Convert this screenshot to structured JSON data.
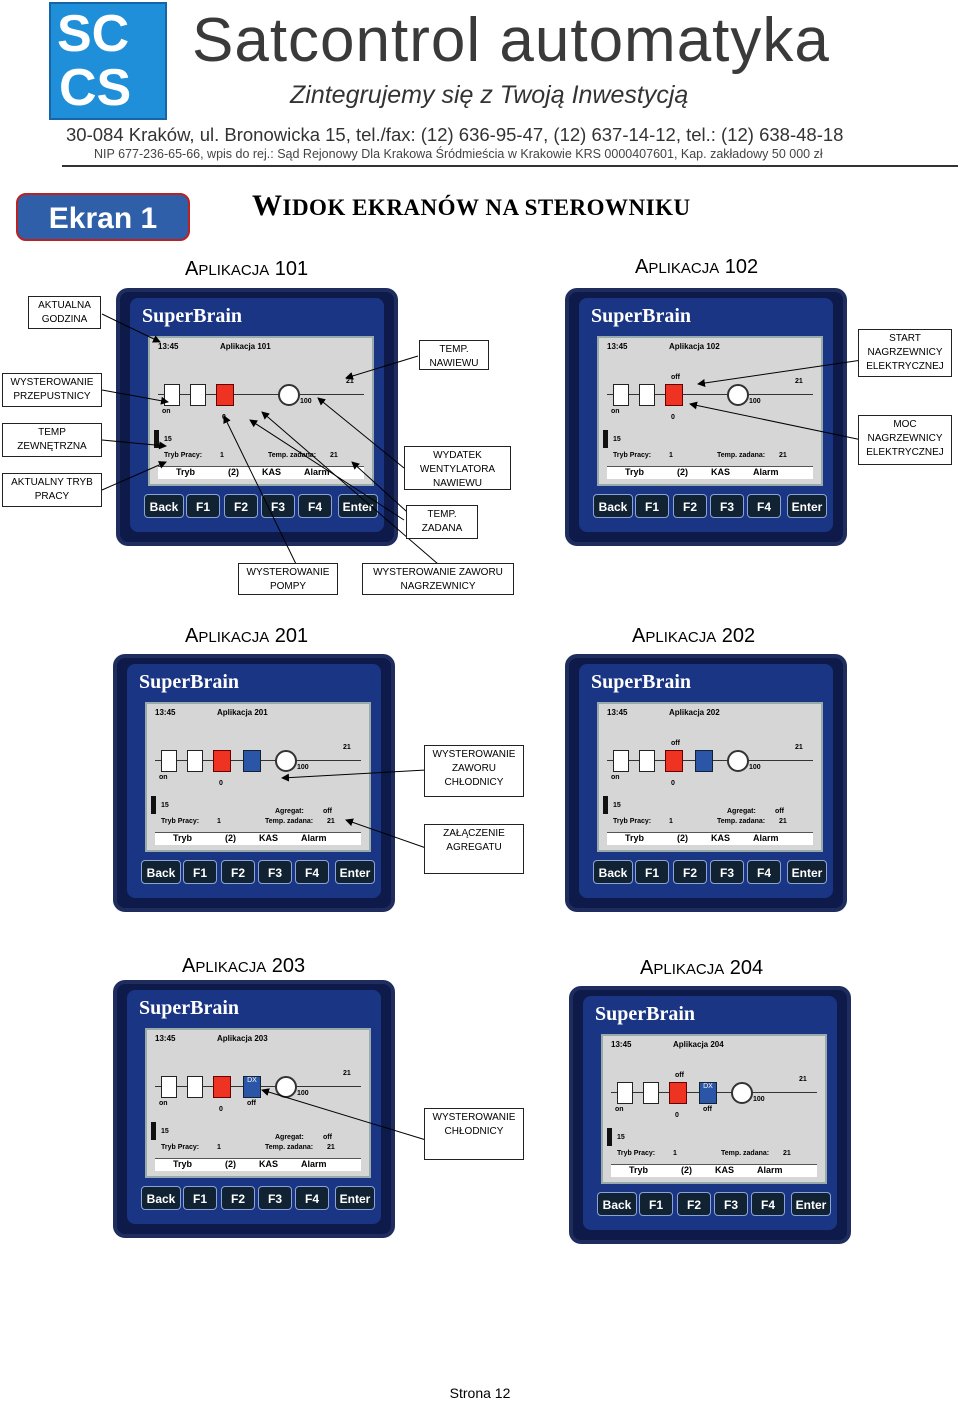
{
  "header": {
    "logo_letters": [
      "SC",
      "CS"
    ],
    "company": "Satcontrol automatyka",
    "slogan": "Zintegrujemy się z Twoją Inwestycją",
    "address": "30-084 Kraków, ul. Bronowicka 15, tel./fax: (12) 636-95-47, (12) 637-14-12, tel.: (12) 638-48-18",
    "registry": "NIP 677-236-65-66, wpis do rej.: Sąd Rejonowy Dla Krakowa Śródmieścia w Krakowie KRS 0000407601, Kap. zakładowy 50 000 zł"
  },
  "screen_badge": "Ekran 1",
  "heading": {
    "w": "W",
    "idok": "IDOK",
    "rest": " EKRANÓW NA STEROWNIKU"
  },
  "apps": [
    {
      "a": "A",
      "plikacja": "PLIKACJA",
      "num": " 101",
      "title": "Aplikacja 101"
    },
    {
      "a": "A",
      "plikacja": "PLIKACJA",
      "num": " 102",
      "title": "Aplikacja 102"
    },
    {
      "a": "A",
      "plikacja": "PLIKACJA",
      "num": " 201",
      "title": "Aplikacja 201"
    },
    {
      "a": "A",
      "plikacja": "PLIKACJA",
      "num": " 202",
      "title": "Aplikacja 202"
    },
    {
      "a": "A",
      "plikacja": "PLIKACJA",
      "num": " 203",
      "title": "Aplikacja 203"
    },
    {
      "a": "A",
      "plikacja": "PLIKACJA",
      "num": " 204",
      "title": "Aplikacja 204"
    }
  ],
  "device": {
    "brand": "SuperBrain",
    "time": "13:45",
    "on": "on",
    "off": "off",
    "temp_outside": "15",
    "temp_right": "21",
    "fan_value": "100",
    "zero": "0",
    "mode_label": "Tryb Pracy:",
    "mode_value": "1",
    "setpoint_label": "Temp. zadana:",
    "setpoint_value": "21",
    "agregat_label": "Agregat:",
    "dx": "DX",
    "soft_tryb": "Tryb",
    "soft_2": "(2)",
    "soft_kas": "KAS",
    "soft_alarm": "Alarm",
    "keys": [
      "Back",
      "F1",
      "F2",
      "F3",
      "F4",
      "Enter"
    ]
  },
  "callouts": {
    "aktualna_godzina": "AKTUALNA GODZINA",
    "wysterowanie_przepustnicy": "WYSTEROWANIE PRZEPUSTNICY",
    "temp_zewnetrzna": "TEMP ZEWNĘTRZNA",
    "aktualny_tryb_pracy": "AKTUALNY TRYB PRACY",
    "temp_nawiewu": "TEMP. NAWIEWU",
    "wydatek_wentylatora": "WYDATEK WENTYLATORA NAWIEWU",
    "temp_zadana": "TEMP. ZADANA",
    "start_nagrzewnicy": "START NAGRZEWNICY ELEKTRYCZNEJ",
    "moc_nagrzewnicy": "MOC NAGRZEWNICY ELEKTRYCZNEJ",
    "wysterowanie_pompy": "WYSTEROWANIE POMPY",
    "wysterowanie_zaworu_nagrzewnicy": "WYSTEROWANIE ZAWORU NAGRZEWNICY",
    "wysterowanie_zaworu_chlodnicy": "WYSTEROWANIE ZAWORU CHŁODNICY",
    "zalaczenie_agregatu": "ZAŁĄCZENIE AGREGATU",
    "wysterowanie_chlodnicy": "WYSTEROWANIE CHŁODNICY"
  },
  "footer": "Strona 12"
}
